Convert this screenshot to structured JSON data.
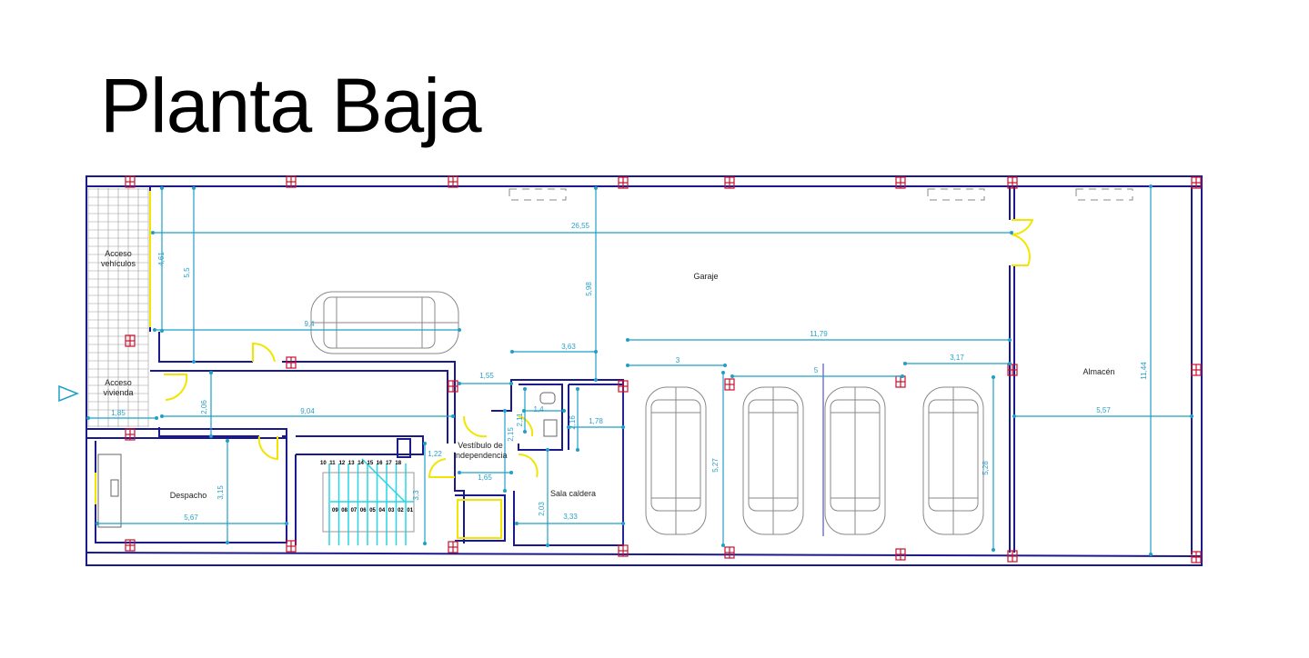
{
  "title": "Planta Baja",
  "rooms": {
    "acceso_vehiculos": [
      "Acceso",
      "vehículos"
    ],
    "acceso_vivienda": [
      "Acceso",
      "vivienda"
    ],
    "garaje": "Garaje",
    "despacho": "Despacho",
    "vestibulo": [
      "Vestíbulo de",
      "Independencia"
    ],
    "sala_caldera": "Sala caldera",
    "almacen": "Almacén"
  },
  "dimensions": [
    "26,55",
    "4,61",
    "5,5",
    "9,4",
    "3,63",
    "5,98",
    "11,79",
    "3",
    "5",
    "3,17",
    "1,55",
    "1,4",
    "2,11",
    "2,16",
    "1,78",
    "2,15",
    "1,22",
    "1,65",
    "3,3",
    "2,03",
    "3,33",
    "5,27",
    "5,28",
    "11,44",
    "5,57",
    "2,06",
    "9,04",
    "1,85",
    "3,15",
    "5,67"
  ],
  "stairs": {
    "upper": [
      "10",
      "11",
      "12",
      "13",
      "14",
      "15",
      "16",
      "17",
      "18"
    ],
    "lower": [
      "09",
      "08",
      "07",
      "06",
      "05",
      "04",
      "03",
      "02",
      "01"
    ]
  },
  "colors": {
    "walls": "#1a1a8c",
    "dimensions": "#1f9fc8",
    "doors": "#f2e600",
    "columns": "#c8102e",
    "stairs": "#25d6e6"
  },
  "icons": [
    "entrance-arrow-icon",
    "car-icon",
    "column-icon",
    "door-swing-icon",
    "toilet-icon",
    "sink-icon"
  ]
}
